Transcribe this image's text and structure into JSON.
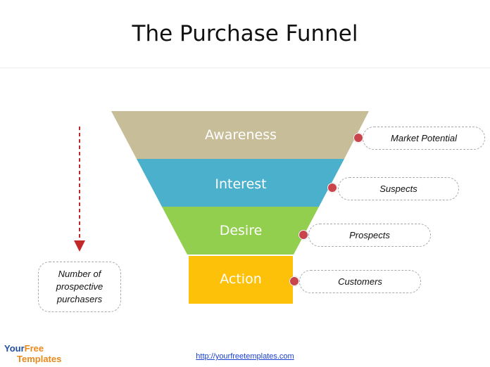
{
  "title": "The Purchase Funnel",
  "stages": [
    {
      "label": "Awareness",
      "color": "#c8bd99"
    },
    {
      "label": "Interest",
      "color": "#4bb0cc"
    },
    {
      "label": "Desire",
      "color": "#92cf4e"
    },
    {
      "label": "Action",
      "color": "#fec10a"
    }
  ],
  "callouts": [
    "Market Potential",
    "Suspects",
    "Prospects",
    "Customers"
  ],
  "callout_dot_color": "#c9444b",
  "arrow_color": "#c0282a",
  "note": {
    "line1": "Number of",
    "line2": "prospective",
    "line3": "purchasers"
  },
  "logo": {
    "your": "Your",
    "free": "Free",
    "templates": "Templates"
  },
  "footer_link": "http://yourfreetemplates.com"
}
